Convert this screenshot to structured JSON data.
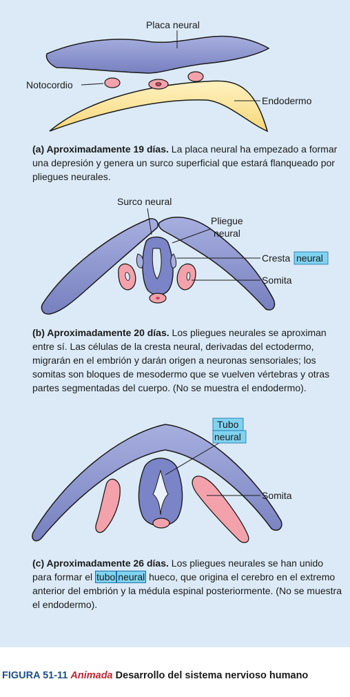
{
  "panel_a": {
    "labels": {
      "neural_plate": "Placa neural",
      "notochord": "Notocordio",
      "endoderm": "Endodermo"
    },
    "caption_bold": "(a) Aproximadamente 19 días.",
    "caption_text": " La placa neural ha empezado a formar una depresión y genera un surco superficial que estará flanqueado por pliegues neurales."
  },
  "panel_b": {
    "labels": {
      "neural_groove": "Surco neural",
      "neural_fold_1": "Pliegue",
      "neural_fold_2": "neural",
      "crest_1": "Cresta",
      "crest_2": "neural",
      "somite": "Somita"
    },
    "caption_bold": "(b) Aproximadamente 20 días.",
    "caption_text": "  Los pliegues neurales se aproximan entre sí. Las células de la cresta neural, derivadas del ectodermo, migrarán en el embrión y darán origen a neuronas sensoriales; los somitas son bloques de mesodermo que se vuelven vértebras y otras partes segmentadas del cuerpo. (No se muestra el endodermo)."
  },
  "panel_c": {
    "labels": {
      "tube_1": "Tubo",
      "tube_2": "neural",
      "somite": "Somita"
    },
    "caption_bold": "(c) Aproximadamente 26 días.",
    "caption_pre": "  Los pliegues neurales se han unido para formar el ",
    "caption_hl1": "tubo",
    "caption_hl2": "neural",
    "caption_post": " hueco, que origina el cerebro en el extremo anterior del embrión y la médula espinal posteriormente. (No se muestra el endodermo)."
  },
  "figure": {
    "number": "FIGURA 51-11",
    "animated": "Animada",
    "title": "Desarrollo del sistema nervioso humano"
  },
  "colors": {
    "background_panel": "#dbeaf6",
    "neural_tissue": "#8f97cf",
    "endoderm": "#fbe49a",
    "somite": "#f3a2ab",
    "highlight": "#7fd3f0",
    "figure_number": "#1c4f8a",
    "animated": "#c0262d"
  }
}
